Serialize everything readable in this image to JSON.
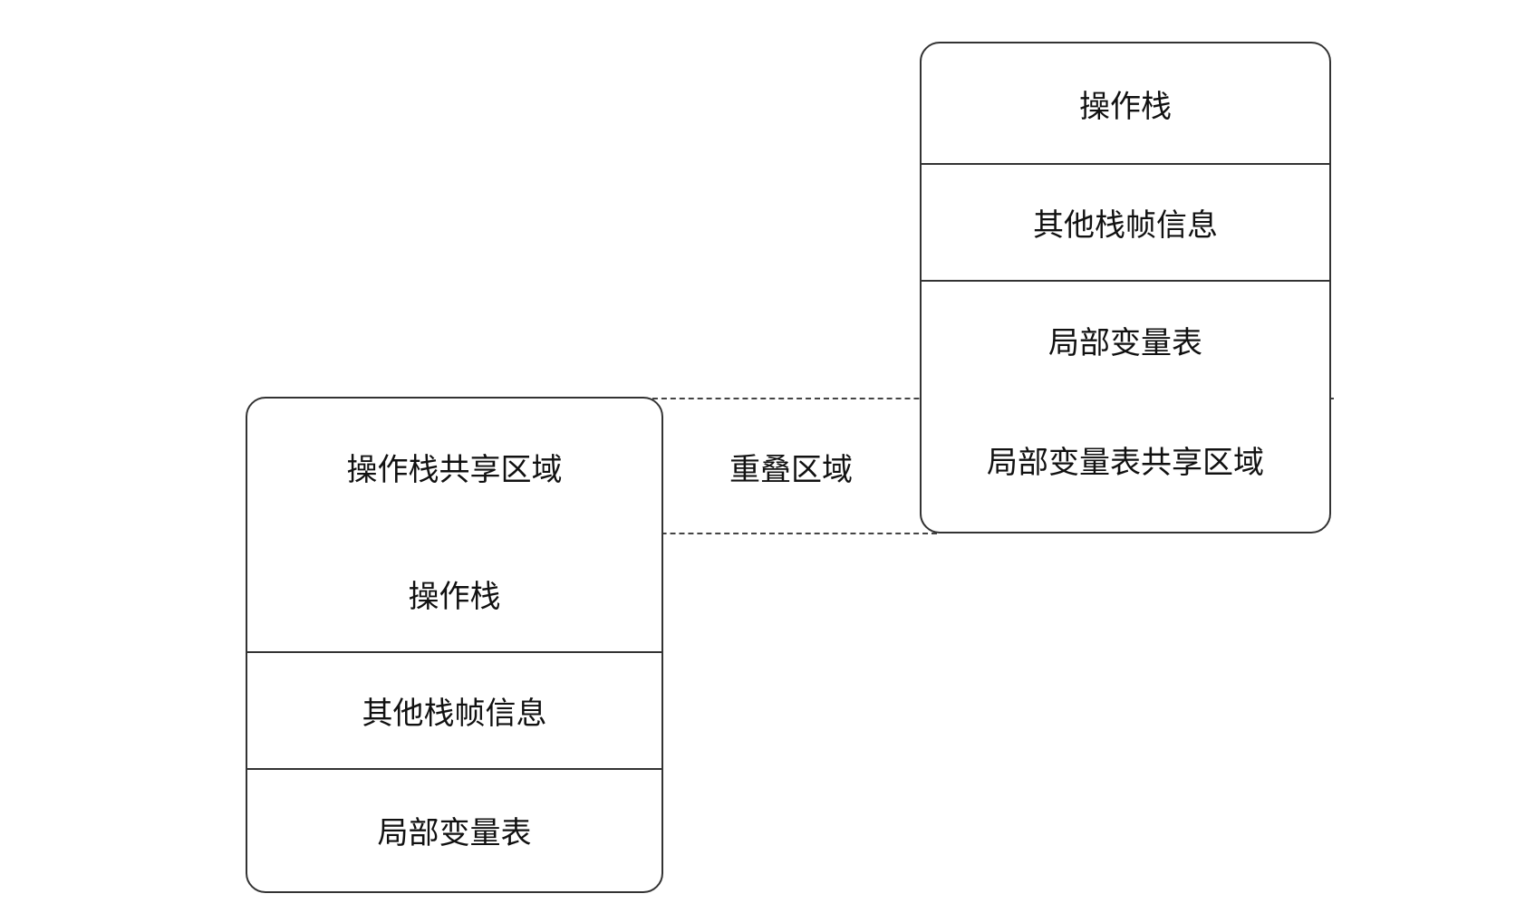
{
  "upper_frame": {
    "operand_stack": "操作栈",
    "other_frame_info": "其他栈帧信息",
    "local_var_table": "局部变量表",
    "local_var_shared": "局部变量表共享区域"
  },
  "lower_frame": {
    "operand_stack_shared": "操作栈共享区域",
    "operand_stack": "操作栈",
    "other_frame_info": "其他栈帧信息",
    "local_var_table": "局部变量表"
  },
  "overlap_label": "重叠区域"
}
